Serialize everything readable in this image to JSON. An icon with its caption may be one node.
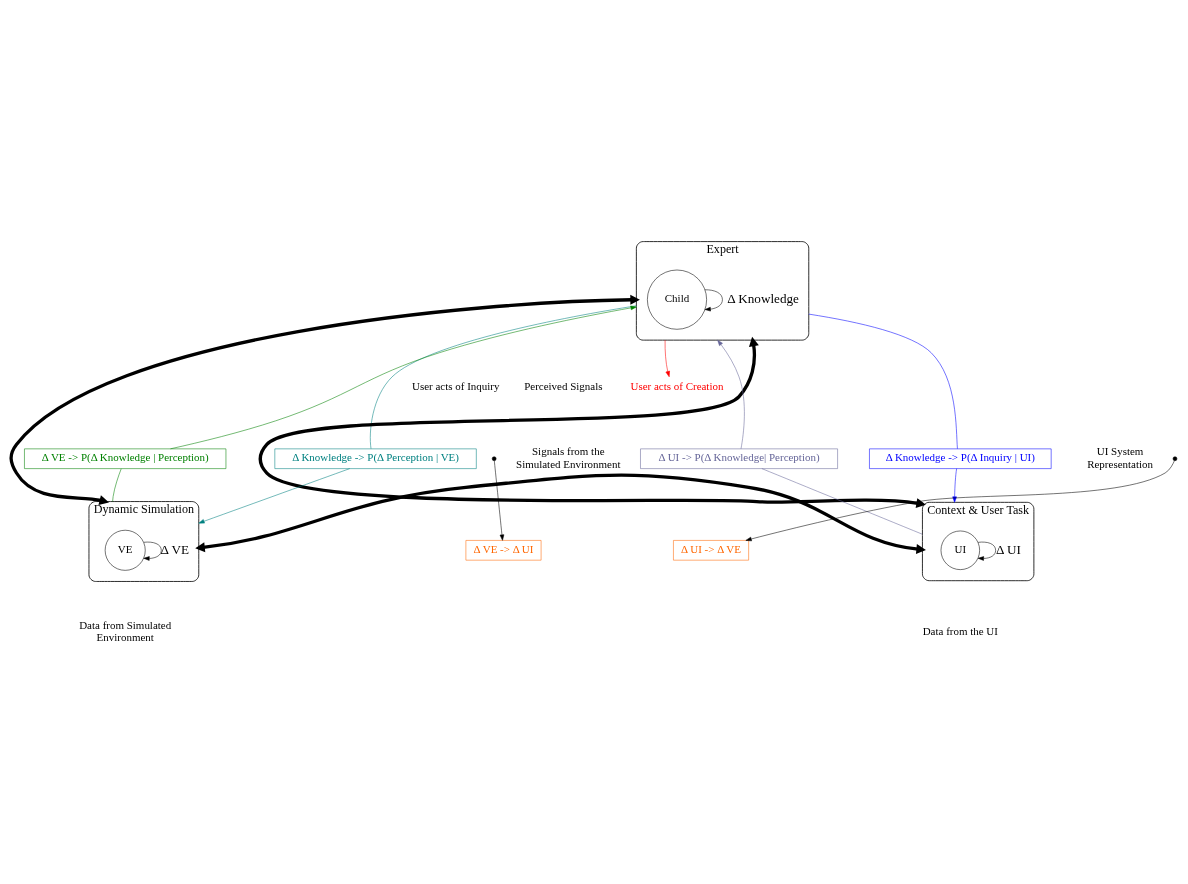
{
  "diagram": {
    "nodes": [
      {
        "text": [
          "Expert"
        ]
      },
      {
        "text": [
          "Child"
        ],
        "in": 0
      },
      {
        "text": [
          "Dynamic Simulation"
        ]
      },
      {
        "text": [
          "VE"
        ],
        "in": 2
      },
      {
        "text": [
          "Context & User Task"
        ]
      },
      {
        "text": [
          "UI"
        ],
        "in": 4
      },
      {
        "text": [
          "Δ VE -> P(Δ Knowledge | Perception)"
        ]
      },
      {
        "text": [
          "Δ Knowledge -> P(Δ Inquiry | UI)"
        ]
      },
      {
        "text": [
          "Δ Knowledge -> P(Δ Perception | VE)"
        ]
      },
      {
        "text": [
          "Δ UI -> P(Δ Knowledge| Perception)"
        ]
      },
      {
        "text": [
          "Δ VE -> Δ UI"
        ]
      },
      {
        "text": [
          "Δ UI -> Δ VE"
        ]
      },
      {
        "text": [
          "User acts of Creation"
        ]
      }
    ],
    "edges": [
      {
        "from": 1,
        "to": 0,
        "arrow": "to",
        "label": "Δ Knowledge"
      },
      {
        "from": 3,
        "to": 2,
        "arrow": "to",
        "label": "Δ VE"
      },
      {
        "from": 5,
        "to": 4,
        "arrow": "to",
        "label": "Δ UI"
      },
      {
        "from": 0,
        "to": 12,
        "arrow": "to",
        "color": "#ff0000"
      },
      {
        "from": 2,
        "to": 6,
        "arrow": "none",
        "color": "#008000"
      },
      {
        "from": 6,
        "to": 0,
        "arrow": "to",
        "color": "#008000"
      },
      {
        "from": 0,
        "to": 7,
        "arrow": "none",
        "color": "#0000ff"
      },
      {
        "from": 7,
        "to": 4,
        "arrow": "to",
        "color": "#0000ff"
      },
      {
        "from": 0,
        "to": 8,
        "arrow": "none",
        "color": "#008080"
      },
      {
        "from": 8,
        "to": 2,
        "arrow": "to",
        "color": "#008080"
      },
      {
        "from": 4,
        "to": 9,
        "arrow": "none",
        "color": "#666699"
      },
      {
        "from": 9,
        "to": 0,
        "arrow": "to",
        "color": "#666699"
      },
      {
        "from": 2,
        "to": 0,
        "arrow": "both",
        "style": "thick"
      },
      {
        "from": 4,
        "to": 0,
        "arrow": "both",
        "style": "thick"
      },
      {
        "from": 2,
        "to": 4,
        "arrow": "both",
        "style": "thick"
      },
      {
        "from": null,
        "to": 10,
        "arrow": "to"
      },
      {
        "from": null,
        "to": 11,
        "arrow": "to"
      }
    ],
    "labels": [
      "Perceived Signals",
      "User acts of Inquiry",
      "Signals from the Simulated Environment",
      "UI System Representation",
      "Data from Simulated Environment",
      "Data from the UI"
    ]
  }
}
